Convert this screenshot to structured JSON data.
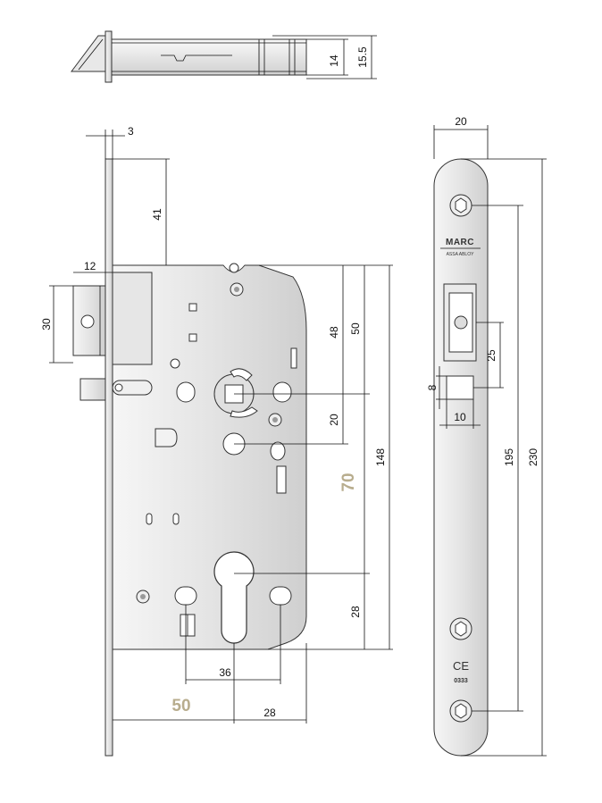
{
  "top_view": {
    "dim_14": "14",
    "dim_15_5": "15.5"
  },
  "front_view": {
    "dim_3": "3",
    "dim_41": "41",
    "dim_12": "12",
    "dim_30": "30",
    "dim_48": "48",
    "dim_50_right": "50",
    "dim_148": "148",
    "dim_20": "20",
    "dim_28_vertical": "28",
    "dim_36": "36",
    "dim_28_horizontal": "28",
    "backset_label": "50",
    "distance_label": "70"
  },
  "faceplate": {
    "dim_20_width": "20",
    "dim_8": "8",
    "dim_10": "10",
    "dim_25": "25",
    "dim_195": "195",
    "dim_230": "230",
    "brand": "MARC",
    "brand_sub": "ASSA ABLOY",
    "ce_mark": "CE",
    "ce_number": "0333"
  },
  "colors": {
    "metal_light": "#f2f2f2",
    "metal_dark": "#c8c8c8",
    "accent_label": "#b8ad8e"
  }
}
